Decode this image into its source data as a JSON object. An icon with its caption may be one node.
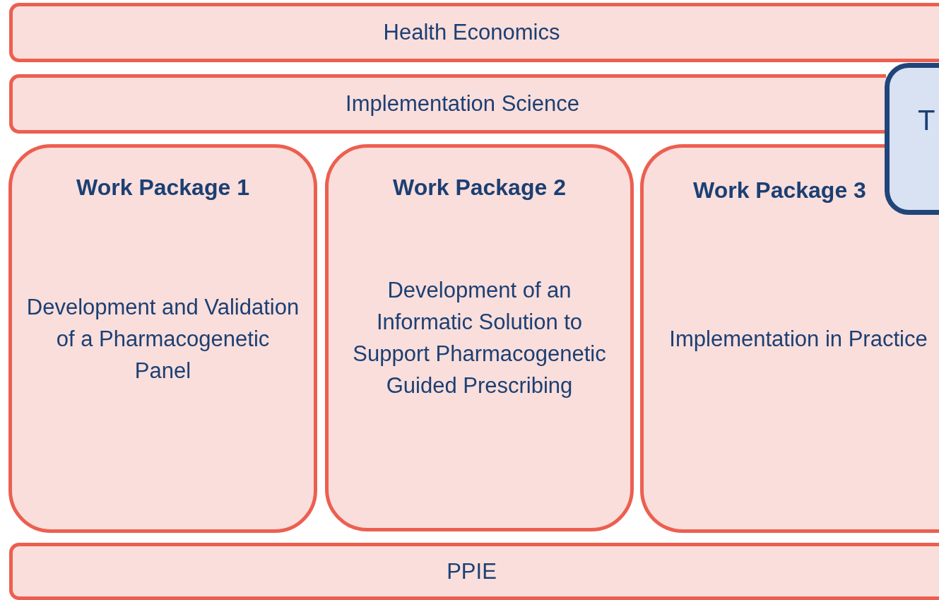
{
  "diagram": {
    "nodes": [
      {
        "text": [
          "Health Economics"
        ]
      },
      {
        "text": [
          "Implementation Science"
        ]
      },
      {
        "text": [
          "T"
        ]
      },
      {
        "text": [
          "Work Package 1",
          "Development and Validation of a Pharmacogenetic Panel"
        ]
      },
      {
        "text": [
          "Work Package 2",
          "Development of an Informatic Solution to Support Pharmacogenetic Guided Prescribing"
        ]
      },
      {
        "text": [
          "Work Package 3",
          "Implementation in Practice"
        ]
      },
      {
        "text": [
          "PPIE"
        ]
      }
    ],
    "edges": []
  }
}
